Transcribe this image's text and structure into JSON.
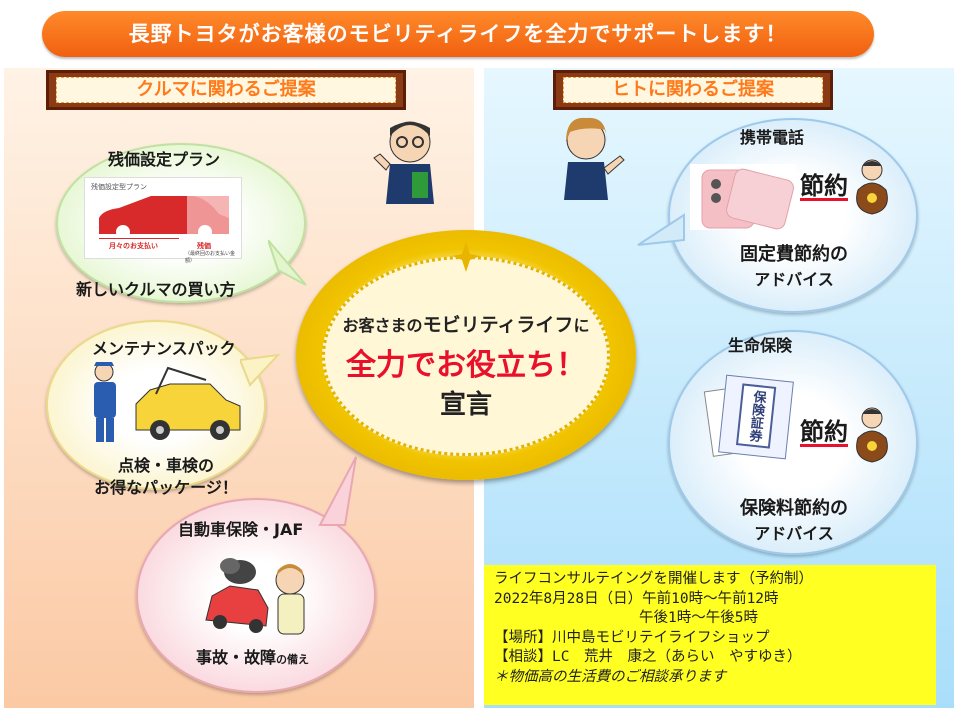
{
  "banner": {
    "title": "長野トヨタがお客様のモビリティライフを全力でサポートします！"
  },
  "left": {
    "heading": "クルマに関わるご提案",
    "residual": {
      "title": "残価設定プラン",
      "card_header": "残価設定型プラン",
      "monthly_label": "月々のお支払い",
      "residual_label": "残価",
      "residual_note": "（最終回のお支払い金額）",
      "caption": "新しいクルマの買い方"
    },
    "maintenance": {
      "title": "メンテナンスパック",
      "caption_line1": "点検・車検の",
      "caption_line2": "お得なパッケージ！"
    },
    "insurance": {
      "title": "自動車保険・JAF",
      "caption_main": "事故・故障",
      "caption_small": "の備え"
    }
  },
  "center": {
    "line1_pre": "お客さまの",
    "line1_emph": "モビリティライフ",
    "line1_post": "に",
    "line2": "全力でお役立ち！",
    "line3": "宣言"
  },
  "right": {
    "heading": "ヒトに関わるご提案",
    "phone": {
      "title": "携帯電話",
      "stamp": "節約",
      "caption_line1": "固定費節約の",
      "caption_line2": "アドバイス"
    },
    "life": {
      "title": "生命保険",
      "doc_text": "保険証券",
      "stamp": "節約",
      "caption_line1": "保険料節約の",
      "caption_line2": "アドバイス"
    }
  },
  "info": {
    "line1": "ライフコンサルテイングを開催します（予約制）",
    "line2": "2022年8月28日（日）午前10時～午前12時",
    "line3": "　　　　　　　　　　午後1時～午後5時",
    "line4": "【場所】川中島モビリテイライフショップ",
    "line5": "【相談】LC　荒井　康之（あらい　やすゆき）",
    "line6": "＊物価高の生活費のご相談承ります"
  },
  "colors": {
    "accent_orange": "#f06010",
    "emphasis_red": "#e8102a",
    "note_yellow": "#ffff22"
  }
}
